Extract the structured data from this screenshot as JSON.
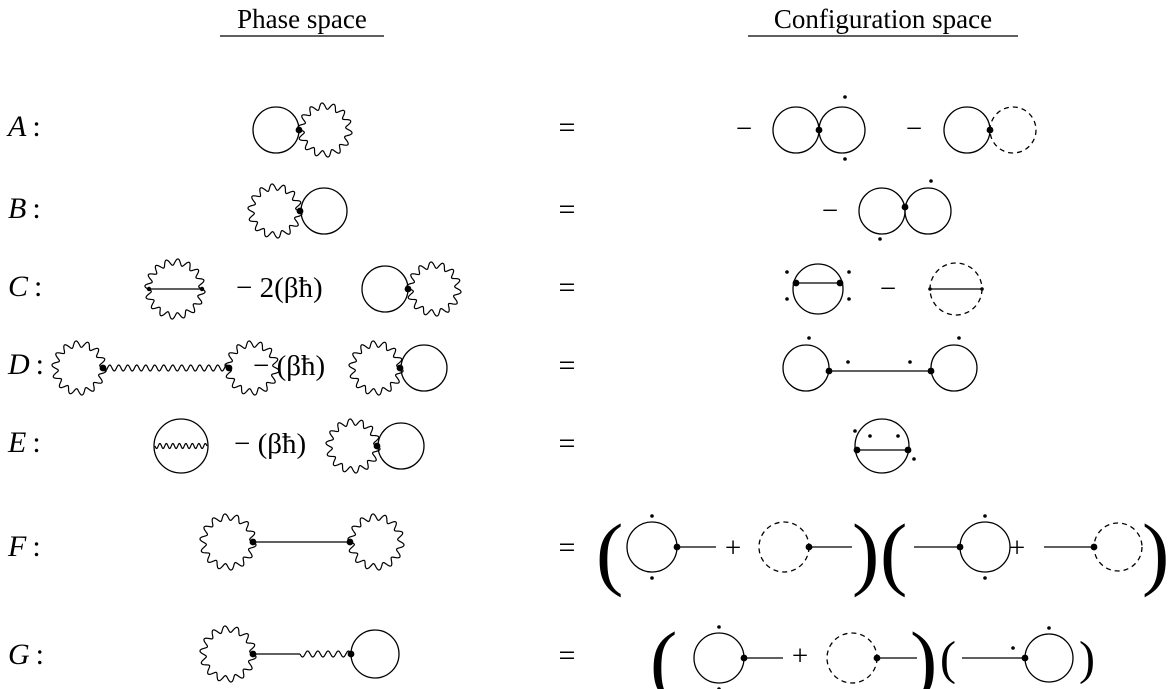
{
  "headers": {
    "phase_space": "Phase space",
    "configuration_space": "Configuration space"
  },
  "equals_sign": "=",
  "rows": [
    {
      "label": "A",
      "colon": ":",
      "phase_terms": [],
      "config_terms": [
        "−",
        "−"
      ]
    },
    {
      "label": "B",
      "colon": ":",
      "phase_terms": [],
      "config_terms": [
        "−"
      ]
    },
    {
      "label": "C",
      "colon": ":",
      "phase_terms": [
        "− 2(βħ)"
      ],
      "config_terms": [
        "−"
      ]
    },
    {
      "label": "D",
      "colon": ":",
      "phase_terms": [
        "− (βħ)"
      ],
      "config_terms": []
    },
    {
      "label": "E",
      "colon": ":",
      "phase_terms": [
        "− (βħ)"
      ],
      "config_terms": []
    },
    {
      "label": "F",
      "colon": ":",
      "phase_terms": [],
      "config_terms": [
        "+",
        "+"
      ]
    },
    {
      "label": "G",
      "colon": ":",
      "phase_terms": [],
      "config_terms": [
        "+"
      ]
    }
  ],
  "brackets": {
    "open": "(",
    "close": ")"
  }
}
